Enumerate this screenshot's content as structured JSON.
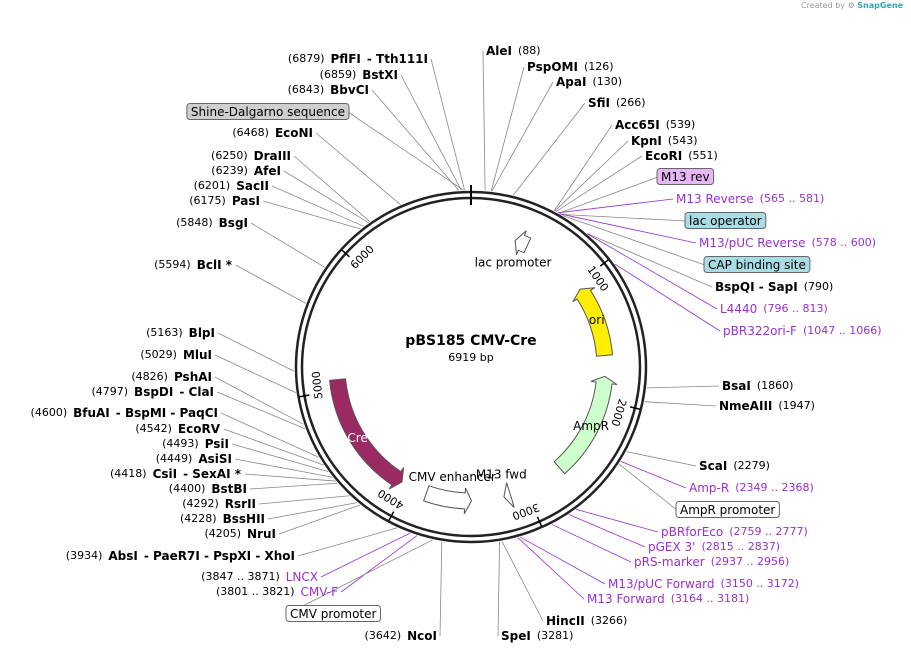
{
  "credit": {
    "prefix": "Created by",
    "brand": "SnapGene"
  },
  "plasmid": {
    "name": "pBS185 CMV-Cre",
    "length": "6919 bp"
  },
  "ticks": [
    {
      "label": "1000",
      "pos": 1000
    },
    {
      "label": "2000",
      "pos": 2000
    },
    {
      "label": "3000",
      "pos": 3000
    },
    {
      "label": "4000",
      "pos": 4000
    },
    {
      "label": "5000",
      "pos": 5000
    },
    {
      "label": "6000",
      "pos": 6000
    }
  ],
  "features": [
    {
      "label": "lac promoter",
      "start": 370,
      "end": 478,
      "dir": "rev",
      "color": "#ffffff",
      "labelInside": true
    },
    {
      "label": "ori",
      "start": 1047,
      "end": 1635,
      "dir": "rev",
      "color": "#ffee00",
      "labelInside": true
    },
    {
      "label": "AmpR",
      "start": 1806,
      "end": 2666,
      "dir": "rev",
      "color": "#ccffcc",
      "labelInside": true
    },
    {
      "label": "M13 fwd",
      "start": 3150,
      "end": 3166,
      "dir": "fwd",
      "color": "#ffffff",
      "labelInside": true
    },
    {
      "label": "CMV enhancer",
      "start": 3455,
      "end": 3834,
      "dir": "rev",
      "color": "#ffffff",
      "labelInside": true
    },
    {
      "label": "Cre",
      "start": 4055,
      "end": 5086,
      "dir": "rev",
      "color": "#9b2a63",
      "labelInside": true
    }
  ],
  "left_labels": [
    {
      "pos": "(6879)",
      "name": "PflFI",
      "extra": "- Tth111I"
    },
    {
      "pos": "(6859)",
      "name": "BstXI",
      "extra": ""
    },
    {
      "pos": "(6843)",
      "name": "BbvCI",
      "extra": ""
    },
    {
      "pos": "",
      "name": "Shine-Dalgarno sequence",
      "extra": "",
      "box": "gray"
    },
    {
      "pos": "(6468)",
      "name": "EcoNI",
      "extra": ""
    },
    {
      "pos": "(6250)",
      "name": "DraIII",
      "extra": ""
    },
    {
      "pos": "(6239)",
      "name": "AfeI",
      "extra": ""
    },
    {
      "pos": "(6201)",
      "name": "SacII",
      "extra": ""
    },
    {
      "pos": "(6175)",
      "name": "PasI",
      "extra": ""
    },
    {
      "pos": "(5848)",
      "name": "BsgI",
      "extra": ""
    },
    {
      "pos": "(5594)",
      "name": "BclI *",
      "extra": ""
    },
    {
      "pos": "(5163)",
      "name": "BlpI",
      "extra": ""
    },
    {
      "pos": "(5029)",
      "name": "MluI",
      "extra": ""
    },
    {
      "pos": "(4826)",
      "name": "PshAI",
      "extra": ""
    },
    {
      "pos": "(4797)",
      "name": "BspDI",
      "extra": "- ClaI"
    },
    {
      "pos": "(4600)",
      "name": "BfuAI",
      "extra": "- BspMI - PaqCI"
    },
    {
      "pos": "(4542)",
      "name": "EcoRV",
      "extra": ""
    },
    {
      "pos": "(4493)",
      "name": "PsiI",
      "extra": ""
    },
    {
      "pos": "(4449)",
      "name": "AsiSI",
      "extra": ""
    },
    {
      "pos": "(4418)",
      "name": "CsiI",
      "extra": "- SexAI *"
    },
    {
      "pos": "(4400)",
      "name": "BstBI",
      "extra": ""
    },
    {
      "pos": "(4292)",
      "name": "RsrII",
      "extra": ""
    },
    {
      "pos": "(4228)",
      "name": "BssHII",
      "extra": ""
    },
    {
      "pos": "(4205)",
      "name": "NruI",
      "extra": ""
    },
    {
      "pos": "(3934)",
      "name": "AbsI",
      "extra": "- PaeR7I - PspXI - XhoI"
    }
  ],
  "right_labels": [
    {
      "name": "AleI",
      "pos": "(88)"
    },
    {
      "name": "PspOMI",
      "pos": "(126)"
    },
    {
      "name": "ApaI",
      "pos": "(130)"
    },
    {
      "name": "SfiI",
      "pos": "(266)"
    },
    {
      "name": "Acc65I",
      "pos": "(539)"
    },
    {
      "name": "KpnI",
      "pos": "(543)"
    },
    {
      "name": "EcoRI",
      "pos": "(551)"
    },
    {
      "name": "M13 rev",
      "pos": "",
      "box": "purple"
    },
    {
      "name": "M13 Reverse",
      "pos": "(565 .. 581)",
      "primer": true
    },
    {
      "name": "lac operator",
      "pos": "",
      "box": "teal"
    },
    {
      "name": "M13/pUC Reverse",
      "pos": "(578 .. 600)",
      "primer": true
    },
    {
      "name": "CAP binding site",
      "pos": "",
      "box": "teal"
    },
    {
      "name": "BspQI - SapI",
      "pos": "(790)"
    },
    {
      "name": "L4440",
      "pos": "(796 .. 813)",
      "primer": true
    },
    {
      "name": "pBR322ori-F",
      "pos": "(1047 .. 1066)",
      "primer": true
    },
    {
      "name": "BsaI",
      "pos": "(1860)"
    },
    {
      "name": "NmeAIII",
      "pos": "(1947)"
    },
    {
      "name": "ScaI",
      "pos": "(2279)"
    },
    {
      "name": "Amp-R",
      "pos": "(2349 .. 2368)",
      "primer": true
    },
    {
      "name": "AmpR promoter",
      "pos": "",
      "box": "white"
    },
    {
      "name": "pBRforEco",
      "pos": "(2759 .. 2777)",
      "primer": true
    },
    {
      "name": "pGEX 3'",
      "pos": "(2815 .. 2837)",
      "primer": true
    },
    {
      "name": "pRS-marker",
      "pos": "(2937 .. 2956)",
      "primer": true
    },
    {
      "name": "M13/pUC Forward",
      "pos": "(3150 .. 3172)",
      "primer": true
    },
    {
      "name": "M13 Forward",
      "pos": "(3164 .. 3181)",
      "primer": true
    },
    {
      "name": "HincII",
      "pos": "(3266)"
    },
    {
      "name": "SpeI",
      "pos": "(3281)"
    }
  ],
  "bottom_labels": [
    {
      "name": "LNCX",
      "pos": "(3847 .. 3871)",
      "primer": true
    },
    {
      "name": "CMV-F",
      "pos": "(3801 .. 3821)",
      "primer": true
    },
    {
      "name": "CMV promoter",
      "pos": "",
      "box": "white"
    },
    {
      "name": "NcoI",
      "pos": "(3642)"
    }
  ],
  "colors": {
    "primer": "#9a2fd0",
    "teal_box": "#a9dde5",
    "purple_box": "#e7b7f5",
    "gray_box": "#cfcfcf",
    "backbone": "#222222",
    "leader": "#888888"
  }
}
